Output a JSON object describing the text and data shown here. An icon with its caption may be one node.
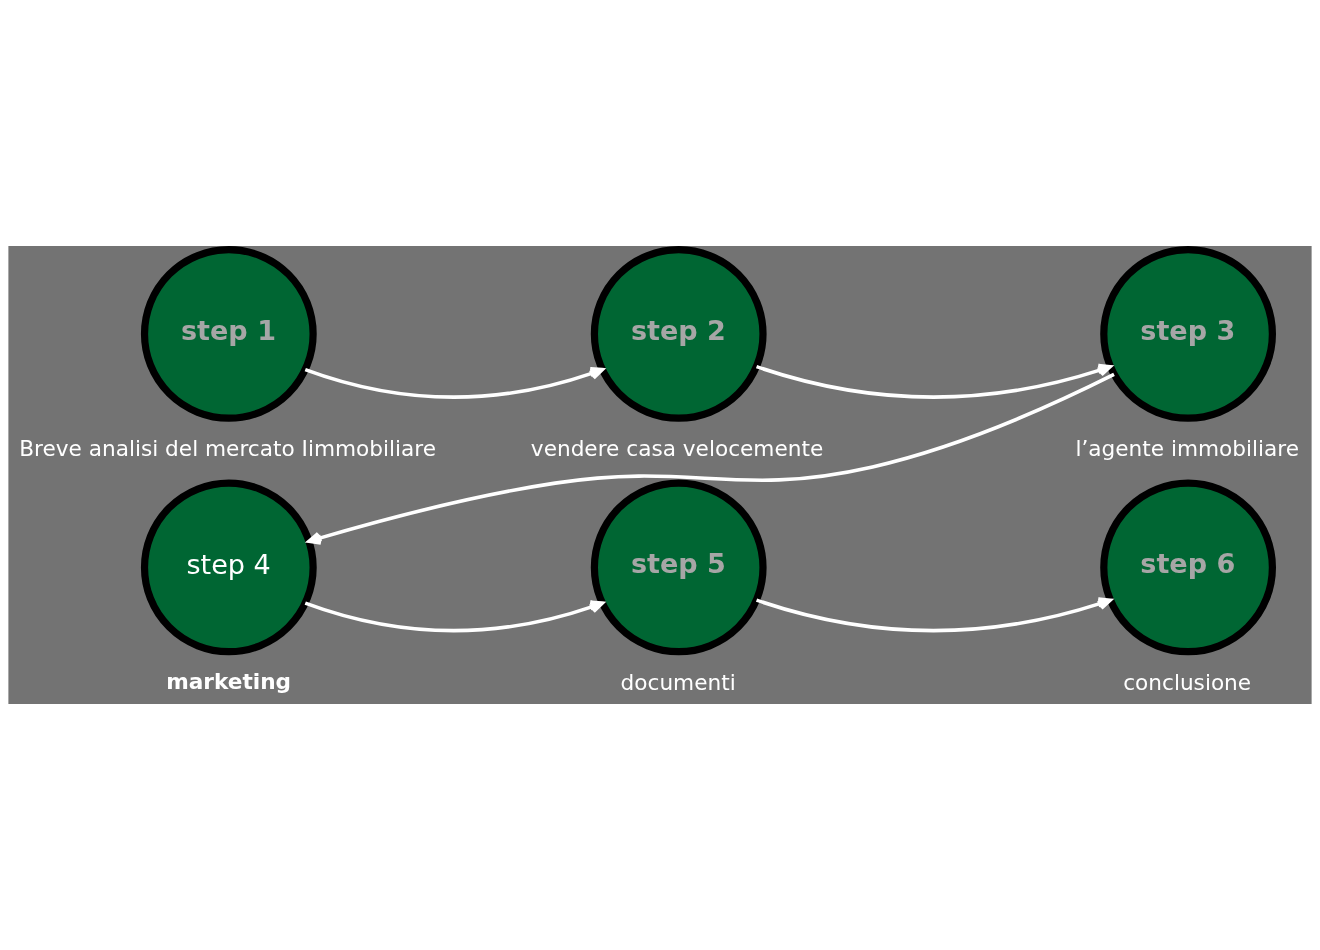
{
  "diagram": {
    "nodes": [
      {
        "text": [
          "step 1"
        ],
        "beside": [
          "Breve analisi del mercato Iimmobiliare"
        ]
      },
      {
        "text": [
          "step 2"
        ],
        "beside": [
          "vendere casa velocemente"
        ]
      },
      {
        "text": [
          "step 3"
        ],
        "beside": [
          "l’agente immobiliare"
        ]
      },
      {
        "text": [
          "step 4"
        ],
        "beside": [
          "marketing"
        ]
      },
      {
        "text": [
          "step 5"
        ],
        "beside": [
          "documenti"
        ]
      },
      {
        "text": [
          "step 6"
        ],
        "beside": [
          "conclusione"
        ]
      }
    ],
    "edges": [
      {
        "from": 0,
        "to": 1,
        "arrow": "to"
      },
      {
        "from": 1,
        "to": 2,
        "arrow": "to"
      },
      {
        "from": 2,
        "to": 3,
        "arrow": "to"
      },
      {
        "from": 3,
        "to": 4,
        "arrow": "to"
      },
      {
        "from": 4,
        "to": 5,
        "arrow": "to"
      }
    ]
  }
}
